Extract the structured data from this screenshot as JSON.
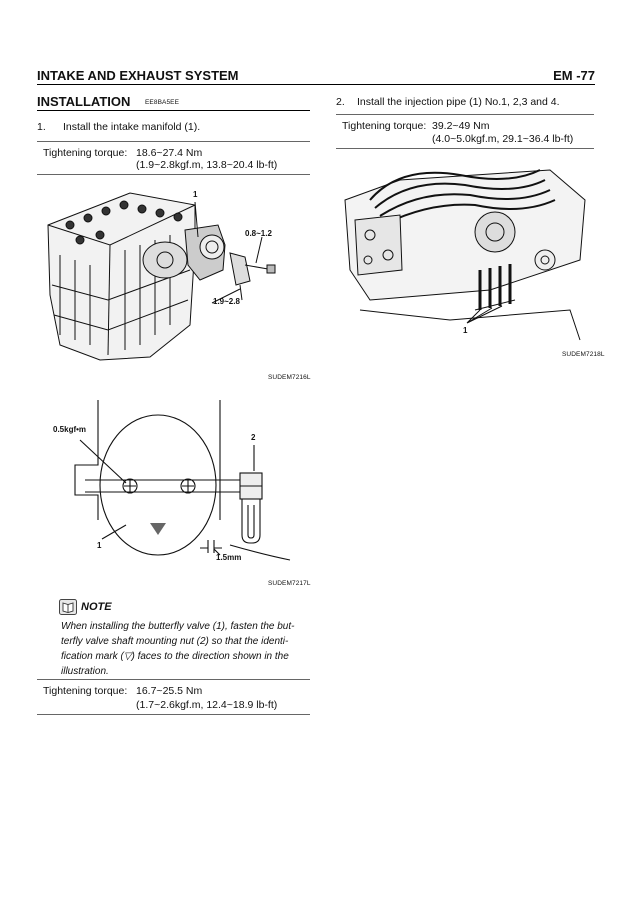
{
  "header": {
    "section": "INTAKE AND EXHAUST SYSTEM",
    "page": "EM -77"
  },
  "left": {
    "heading": "INSTALLATION",
    "heading_code": "EE8BA5EE",
    "step1": {
      "num": "1.",
      "text": "Install the intake manifold (1)."
    },
    "torque1": {
      "label": "Tightening torque:",
      "line1": "18.6~27.4 Nm",
      "line2": "(1.9~2.8kgf.m, 13.8~20.4 lb-ft)"
    },
    "fig1": {
      "id": "SUDEM7216L",
      "label_1": "1",
      "label_a": "0.8~1.2",
      "label_b": "1.9~2.8"
    },
    "fig2": {
      "id": "SUDEM7217L",
      "label_torque": "0.5kgf•m",
      "label_2": "2",
      "label_1": "1",
      "label_gap": "1.5mm"
    },
    "note": {
      "title": "NOTE",
      "lines": [
        "When installing the butterfly valve (1), fasten the but-",
        "terfly valve shaft mounting nut (2) so that the identi-",
        "fication mark (▽) faces to the direction shown in the",
        "illustration."
      ]
    },
    "torque2": {
      "label": "Tightening torque:",
      "line1": "16.7~25.5 Nm",
      "line2": "(1.7~2.6kgf.m, 12.4~18.9 lb-ft)"
    }
  },
  "right": {
    "step2": {
      "num": "2.",
      "text": "Install the injection pipe (1) No.1, 2,3 and 4."
    },
    "torque3": {
      "label": "Tightening torque:",
      "line1": "39.2~49 Nm",
      "line2": "(4.0~5.0kgf.m, 29.1~36.4 lb-ft)"
    },
    "fig3": {
      "id": "SUDEM7218L",
      "label_1": "1"
    }
  },
  "icons": {
    "note": "note-book-icon"
  }
}
